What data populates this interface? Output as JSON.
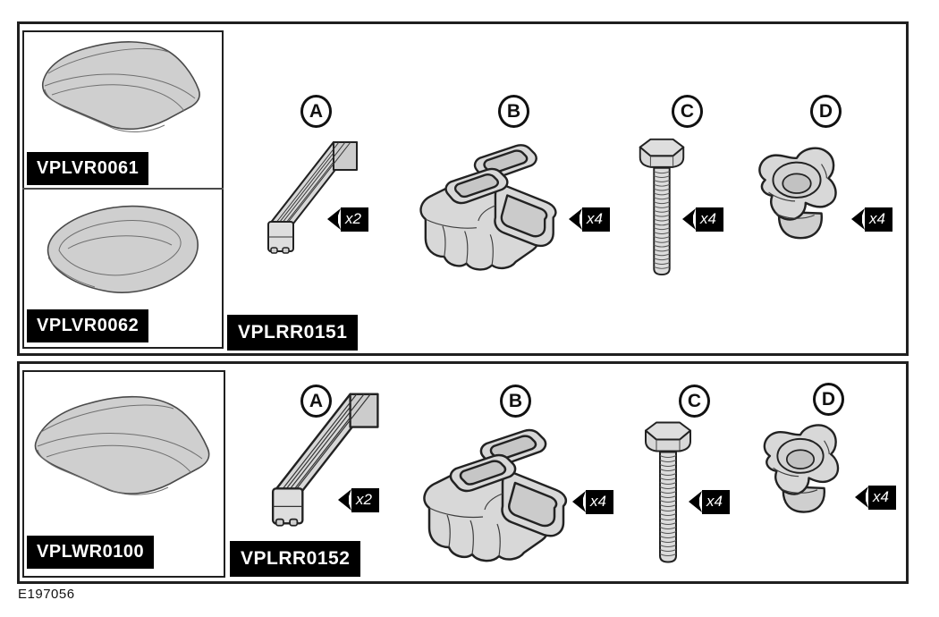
{
  "figure_id": "E197056",
  "colors": {
    "outline": "#1f1f1f",
    "part_fill": "#d6d6d6",
    "label_bg": "#000000",
    "label_text": "#ffffff"
  },
  "panels": [
    {
      "products": [
        {
          "code": "VPLVR0061"
        },
        {
          "code": "VPLVR0062"
        }
      ],
      "kit_code": "VPLRR0151",
      "parts": [
        {
          "letter": "A",
          "qty": "x2"
        },
        {
          "letter": "B",
          "qty": "x4"
        },
        {
          "letter": "C",
          "qty": "x4"
        },
        {
          "letter": "D",
          "qty": "x4"
        }
      ]
    },
    {
      "products": [
        {
          "code": "VPLWR0100"
        }
      ],
      "kit_code": "VPLRR0152",
      "parts": [
        {
          "letter": "A",
          "qty": "x2"
        },
        {
          "letter": "B",
          "qty": "x4"
        },
        {
          "letter": "C",
          "qty": "x4"
        },
        {
          "letter": "D",
          "qty": "x4"
        }
      ]
    }
  ]
}
